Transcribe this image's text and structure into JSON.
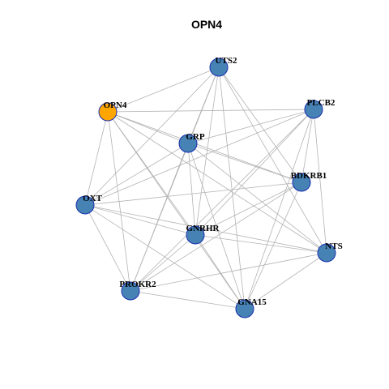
{
  "title": "OPN4",
  "colors": {
    "default_node": "#4682b4",
    "highlight_node": "#ffa500",
    "edge": "#b3b3b3",
    "node_border": "#1a2fb0"
  },
  "nodes": [
    {
      "id": "UTS2",
      "highlight": false
    },
    {
      "id": "OPN4",
      "highlight": true
    },
    {
      "id": "PLCB2",
      "highlight": false
    },
    {
      "id": "GRP",
      "highlight": false
    },
    {
      "id": "BDKRB1",
      "highlight": false
    },
    {
      "id": "OXT",
      "highlight": false
    },
    {
      "id": "GNRHR",
      "highlight": false
    },
    {
      "id": "NTS",
      "highlight": false
    },
    {
      "id": "PROKR2",
      "highlight": false
    },
    {
      "id": "GNA15",
      "highlight": false
    }
  ],
  "edges": [
    [
      "UTS2",
      "OPN4"
    ],
    [
      "UTS2",
      "GRP"
    ],
    [
      "UTS2",
      "BDKRB1"
    ],
    [
      "UTS2",
      "OXT"
    ],
    [
      "UTS2",
      "GNRHR"
    ],
    [
      "UTS2",
      "NTS"
    ],
    [
      "UTS2",
      "PROKR2"
    ],
    [
      "UTS2",
      "GNA15"
    ],
    [
      "OPN4",
      "PLCB2"
    ],
    [
      "OPN4",
      "GRP"
    ],
    [
      "OPN4",
      "BDKRB1"
    ],
    [
      "OPN4",
      "OXT"
    ],
    [
      "OPN4",
      "GNRHR"
    ],
    [
      "OPN4",
      "NTS"
    ],
    [
      "OPN4",
      "PROKR2"
    ],
    [
      "OPN4",
      "GNA15"
    ],
    [
      "PLCB2",
      "GRP"
    ],
    [
      "PLCB2",
      "OXT"
    ],
    [
      "PLCB2",
      "GNRHR"
    ],
    [
      "PLCB2",
      "NTS"
    ],
    [
      "PLCB2",
      "PROKR2"
    ],
    [
      "PLCB2",
      "GNA15"
    ],
    [
      "PLCB2",
      "BDKRB1"
    ],
    [
      "GRP",
      "BDKRB1"
    ],
    [
      "GRP",
      "OXT"
    ],
    [
      "GRP",
      "GNRHR"
    ],
    [
      "GRP",
      "NTS"
    ],
    [
      "GRP",
      "PROKR2"
    ],
    [
      "GRP",
      "GNA15"
    ],
    [
      "BDKRB1",
      "OXT"
    ],
    [
      "BDKRB1",
      "GNRHR"
    ],
    [
      "BDKRB1",
      "PROKR2"
    ],
    [
      "BDKRB1",
      "GNA15"
    ],
    [
      "OXT",
      "GNRHR"
    ],
    [
      "OXT",
      "NTS"
    ],
    [
      "OXT",
      "PROKR2"
    ],
    [
      "OXT",
      "GNA15"
    ],
    [
      "GNRHR",
      "NTS"
    ],
    [
      "GNRHR",
      "PROKR2"
    ],
    [
      "GNRHR",
      "GNA15"
    ],
    [
      "NTS",
      "PROKR2"
    ],
    [
      "NTS",
      "GNA15"
    ],
    [
      "PROKR2",
      "GNA15"
    ]
  ]
}
